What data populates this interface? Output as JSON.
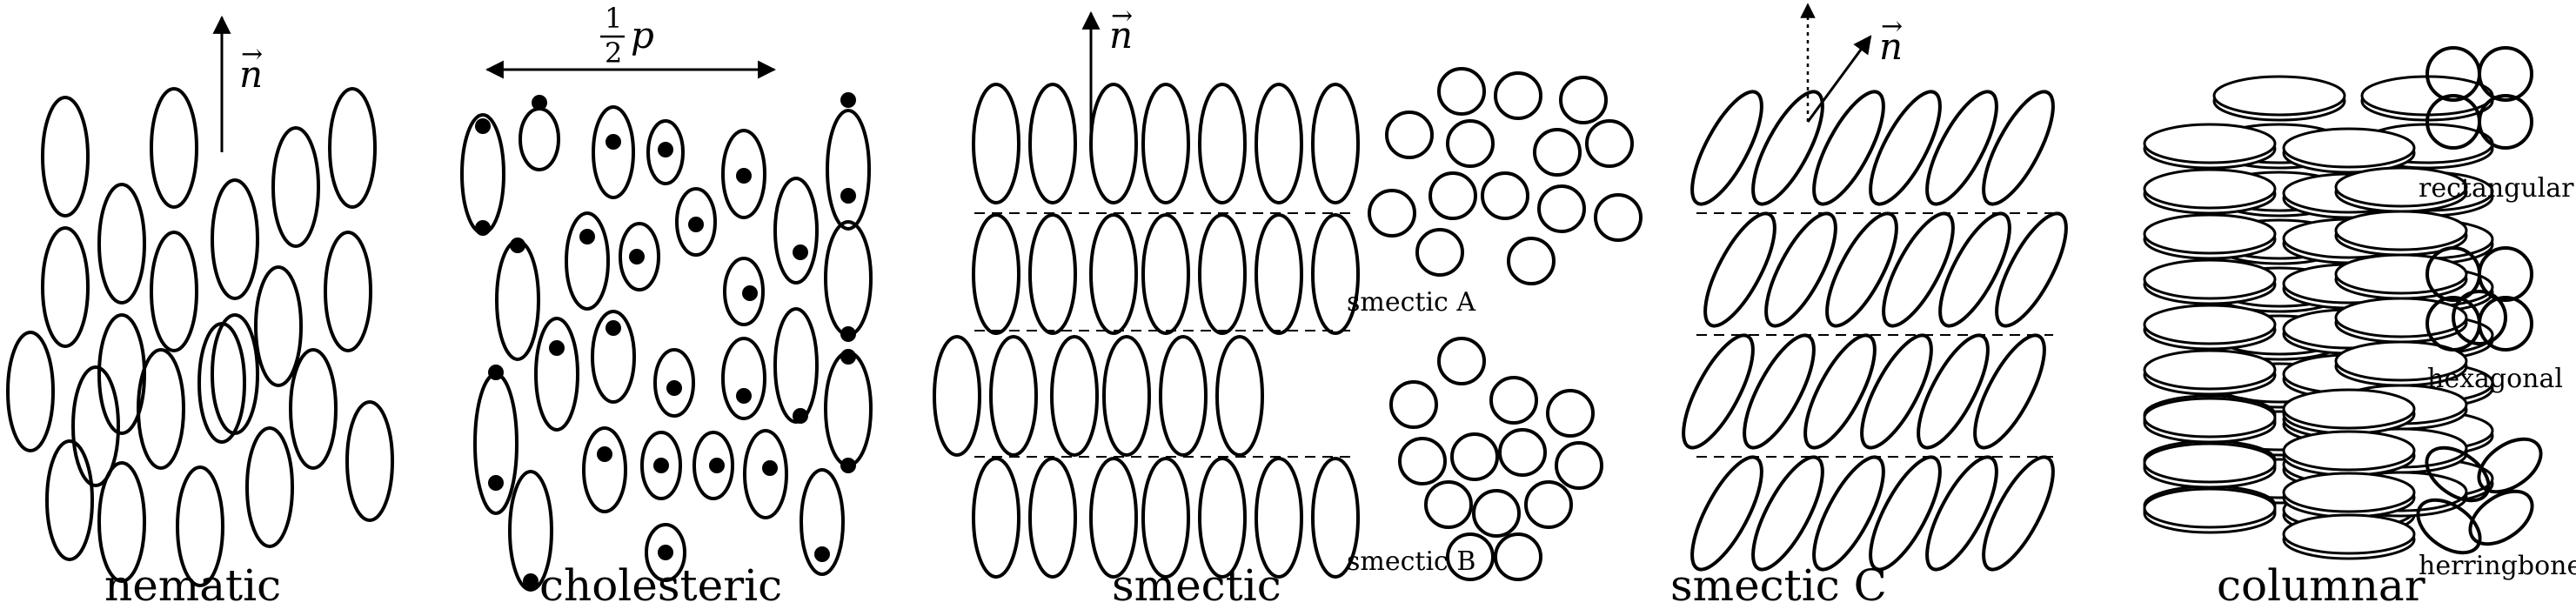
{
  "labels": {
    "nematic": "nematic",
    "cholesteric": "cholesteric",
    "smectic": "smectic",
    "smectic_a": "smectic A",
    "smectic_b": "smectic B",
    "smectic_c": "smectic C",
    "columnar": "columnar",
    "rectangular": "rectangular",
    "hexagonal": "hexagonal",
    "herringbone": "herringbone"
  },
  "director_symbol": "n",
  "pitch": {
    "fraction_num": "1",
    "fraction_den": "2",
    "symbol": "p"
  },
  "colors": {
    "ink": "#000000",
    "background": "#ffffff"
  }
}
